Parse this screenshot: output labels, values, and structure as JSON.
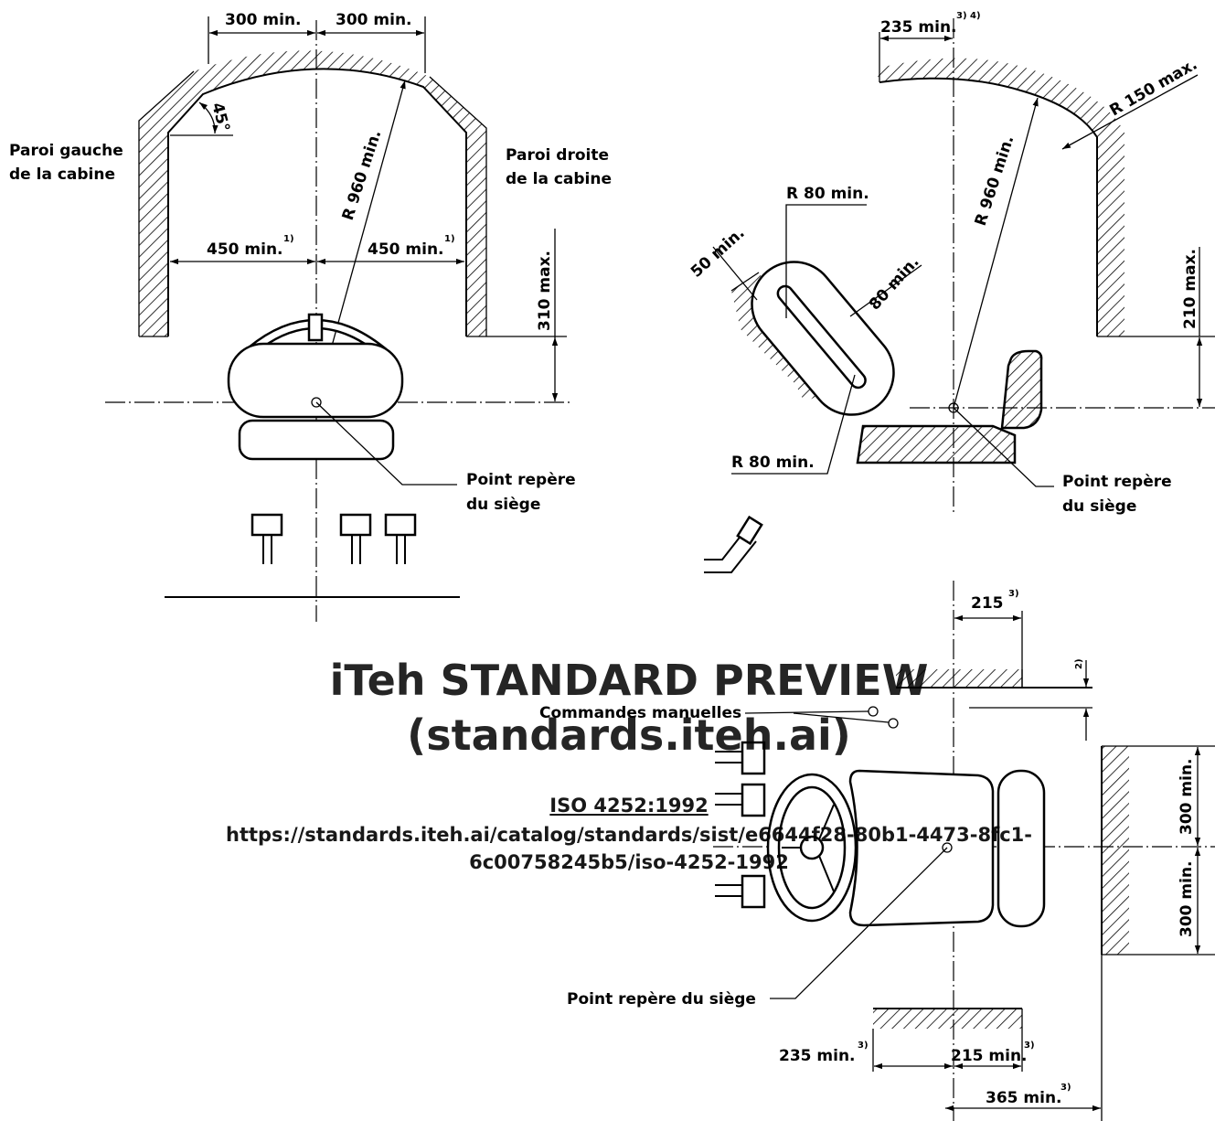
{
  "front_view": {
    "dim_left_top": "300 min.",
    "dim_right_top": "300 min.",
    "angle": "45°",
    "left_wall_line1": "Paroi gauche",
    "left_wall_line2": "de la cabine",
    "right_wall_line1": "Paroi droite",
    "right_wall_line2": "de la cabine",
    "radius": "R 960 min.",
    "dim_left_mid": "450 min.",
    "dim_left_mid_note": "1)",
    "dim_right_mid": "450 min.",
    "dim_right_mid_note": "1)",
    "height": "310 max.",
    "seat_ref_line1": "Point repère",
    "seat_ref_line2": "du siège"
  },
  "side_view": {
    "dim_top": "235 min.",
    "dim_top_notes": "3) 4)",
    "corner_radius": "R 150 max.",
    "radius": "R 960 min.",
    "pedal_radius_top": "R 80 min.",
    "pedal_clearance": "50 min.",
    "pedal_width": "80 min.",
    "pedal_radius_bottom": "R 80 min.",
    "height": "210 max.",
    "seat_ref_line1": "Point repère",
    "seat_ref_line2": "du siège"
  },
  "plan_view": {
    "dim_215_top": "215",
    "dim_215_top_note": "3)",
    "note_2": "2)",
    "controls": "Commandes manuelles",
    "dim_upper": "300 min.",
    "dim_lower": "300 min.",
    "seat_ref": "Point repère du siège",
    "dim_235": "235 min.",
    "dim_235_note": "3)",
    "dim_215": "215 min.",
    "dim_215_note": "3)",
    "dim_365": "365 min.",
    "dim_365_note": "3)"
  },
  "watermark": {
    "title": "iTeh STANDARD PREVIEW",
    "subtitle": "(standards.iteh.ai)",
    "doc_ref": "ISO 4252:1992",
    "url_line1": "https://standards.iteh.ai/catalog/standards/sist/e6644f28-80b1-4473-8fc1-",
    "url_line2": "6c00758245b5/iso-4252-1992"
  }
}
